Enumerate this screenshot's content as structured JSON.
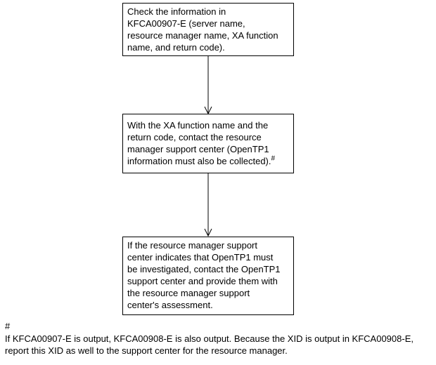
{
  "colors": {
    "background": "#ffffff",
    "text": "#000000",
    "line": "#000000"
  },
  "flowchart": {
    "steps": [
      {
        "name": "check-information",
        "lines": [
          "Check the information in",
          "KFCA00907-E (server name,",
          "resource manager name, XA function",
          "name, and return code)."
        ]
      },
      {
        "name": "contact-resource-manager-support-center",
        "lines": [
          "With the XA function name and the",
          "return code, contact the resource",
          "manager support center (OpenTP1",
          "information must also be collected)."
        ],
        "superscript": "#"
      },
      {
        "name": "contact-opentp1-support-center",
        "lines": [
          "If the resource manager support",
          "center indicates that OpenTP1 must",
          "be investigated, contact the OpenTP1",
          "support center and provide them with",
          "the resource manager support",
          "center's assessment."
        ]
      }
    ]
  },
  "footnote": {
    "marker": "#",
    "text": "If KFCA00907-E is output, KFCA00908-E is also output. Because the XID is output in KFCA00908-E, report this XID as well to the support center for the resource manager."
  }
}
